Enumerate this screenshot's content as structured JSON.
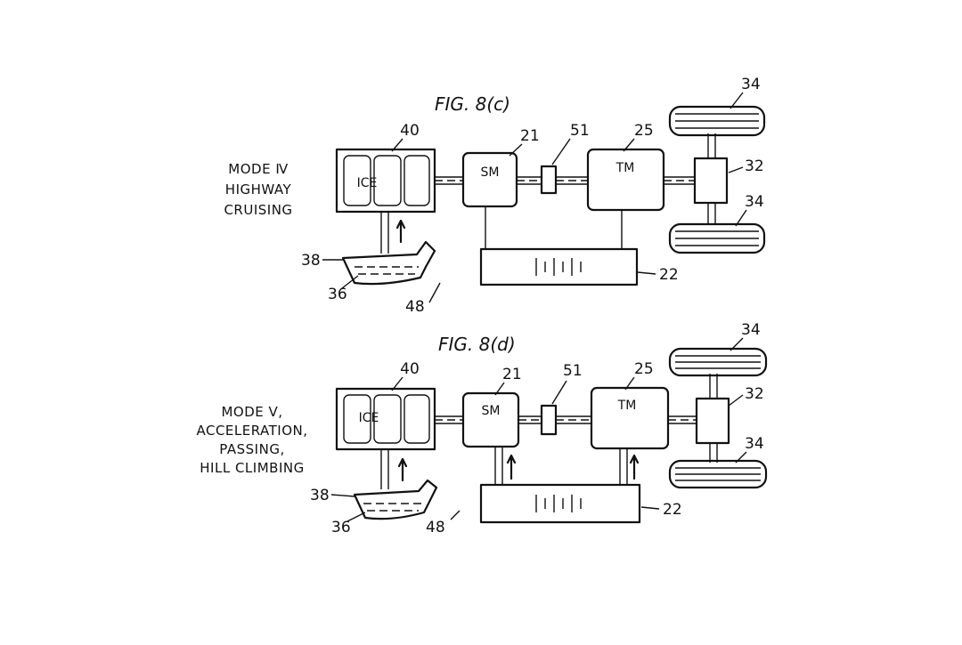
{
  "figures": [
    {
      "title": "FIG. 8(c)",
      "mode_lines": [
        "MODE Ⅳ",
        "HIGHWAY",
        "CRUISING"
      ],
      "labels": {
        "engine_unit": "40",
        "ice": "ICE",
        "sm": "SM",
        "sm_ref": "21",
        "clutch": "51",
        "tm": "TM",
        "tm_ref": "25",
        "diff": "32",
        "wheel_top": "34",
        "wheel_bottom": "34",
        "tank": "38",
        "fuel": "36",
        "tank_ref": "48",
        "battery": "22"
      },
      "flows": {
        "fuel_to_engine": true,
        "battery_to_sm": false,
        "battery_to_tm": false
      }
    },
    {
      "title": "FIG. 8(d)",
      "mode_lines": [
        "MODE Ⅴ,",
        "ACCELERATION,",
        "PASSING,",
        "HILL CLIMBING"
      ],
      "labels": {
        "engine_unit": "40",
        "ice": "ICE",
        "sm": "SM",
        "sm_ref": "21",
        "clutch": "51",
        "tm": "TM",
        "tm_ref": "25",
        "diff": "32",
        "wheel_top": "34",
        "wheel_bottom": "34",
        "tank": "38",
        "fuel": "36",
        "tank_ref": "48",
        "battery": "22"
      },
      "flows": {
        "fuel_to_engine": true,
        "battery_to_sm": true,
        "battery_to_tm": true
      }
    }
  ]
}
